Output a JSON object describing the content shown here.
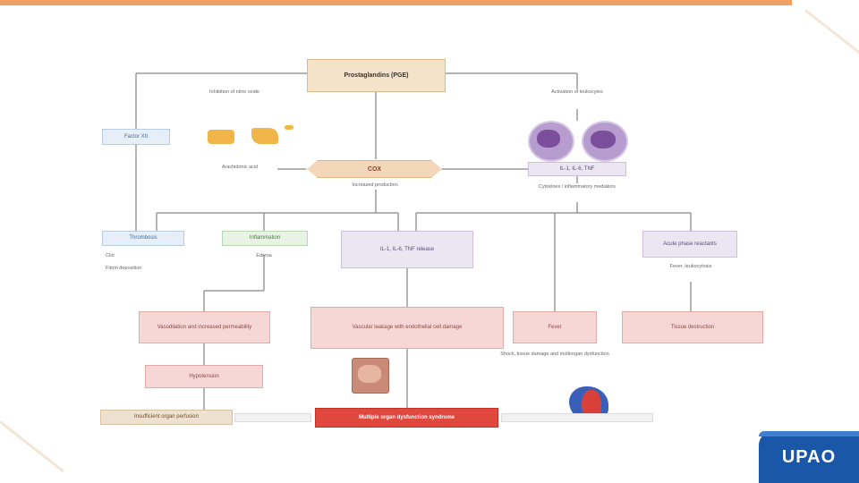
{
  "diagram": {
    "top_node": "Prostaglandins (PGE)",
    "left_top_label": "Inhibition of nitric oxide",
    "right_top_label": "Activation of leukocytes",
    "blue_top": "Factor XII",
    "center_node": "COX",
    "center_caption": "Increased production",
    "center_left_caption": "Arachidonic acid",
    "right_cells_label": "IL-1, IL-6, TNF",
    "right_caption": "Cytokines / inflammatory mediators",
    "row1": {
      "blue": "Thrombosis",
      "blue_notes": [
        "Clot",
        "Fibrin deposition"
      ],
      "green": "Inflammation",
      "green_notes": [
        "Edema"
      ],
      "lav_center": "IL-1, IL-6, TNF release",
      "lav_right": "Acute phase reactants",
      "lav_right_caption": "Fever, leukocytosis"
    },
    "row2": {
      "pink_left": "Vasodilation and increased permeability",
      "pink_center": "Vascular leakage with endothelial cell damage",
      "pink_mid_right": "Fever",
      "pink_right": "Tissue destruction"
    },
    "row2_caption": "Shock, tissue damage and multiorgan dysfunction",
    "row3": {
      "pink_left": "Hypotension",
      "tan_left": "Insufficient organ perfusion",
      "red_center": "Multiple organ dysfunction syndrome"
    },
    "logo_text": "UPAO"
  },
  "colors": {
    "accent_bar": "#f0a060",
    "logo": "#1b57a8",
    "critical": "#e0473d"
  }
}
